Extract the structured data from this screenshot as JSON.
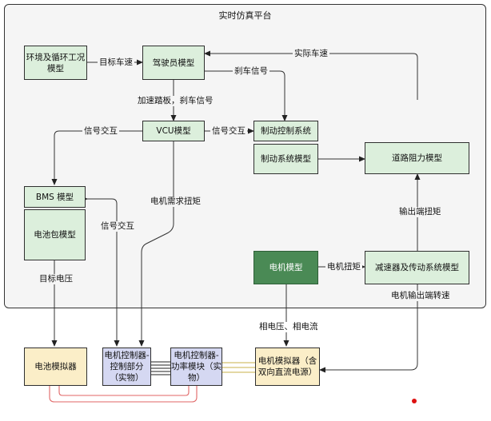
{
  "platform": {
    "title": "实时仿真平台"
  },
  "nodes": {
    "env": "环境及循环工况模型",
    "driver": "驾驶员模型",
    "vcu": "VCU模型",
    "brake_ctrl": "制动控制系统",
    "brake_sys": "制动系统模型",
    "road": "道路阻力模型",
    "bms": "BMS 模型",
    "battery_pack": "电池包模型",
    "motor_model": "电机模型",
    "reducer": "减速器及传动系统模型",
    "battery_sim": "电池模拟器",
    "mc_control": "电机控制器-控制部分（实物）",
    "mc_power": "电机控制器-功率模块（实物）",
    "motor_sim": "电机模拟器（含双向直流电源）"
  },
  "labels": {
    "target_speed": "目标车速",
    "actual_speed": "实际车速",
    "brake_signal": "刹车信号",
    "pedal_signals": "加速踏板，刹车信号",
    "signal_exchange_left": "信号交互",
    "signal_exchange_right": "信号交互",
    "signal_exchange_bms": "信号交互",
    "motor_torque_demand": "电机需求扭矩",
    "output_torque": "输出端扭矩",
    "motor_torque": "电机扭矩",
    "motor_output_speed": "电机输出端转速",
    "target_voltage": "目标电压",
    "phase_vi": "相电压、相电流"
  }
}
